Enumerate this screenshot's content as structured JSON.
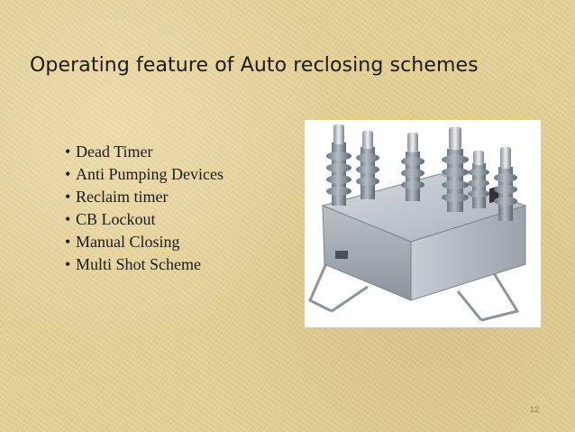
{
  "slide": {
    "title": "Operating feature of Auto reclosing schemes",
    "bullet_glyph": "•",
    "bullets": [
      "Dead Timer",
      "Anti Pumping Devices",
      "Reclaim timer",
      "CB Lockout",
      "Manual Closing",
      "Multi Shot Scheme"
    ],
    "page_number": "12"
  },
  "colors": {
    "background": "#e3cf97",
    "title_text": "#1f1a10",
    "body_text": "#1a1a1a",
    "equipment_grey": "#9aa3ac"
  }
}
